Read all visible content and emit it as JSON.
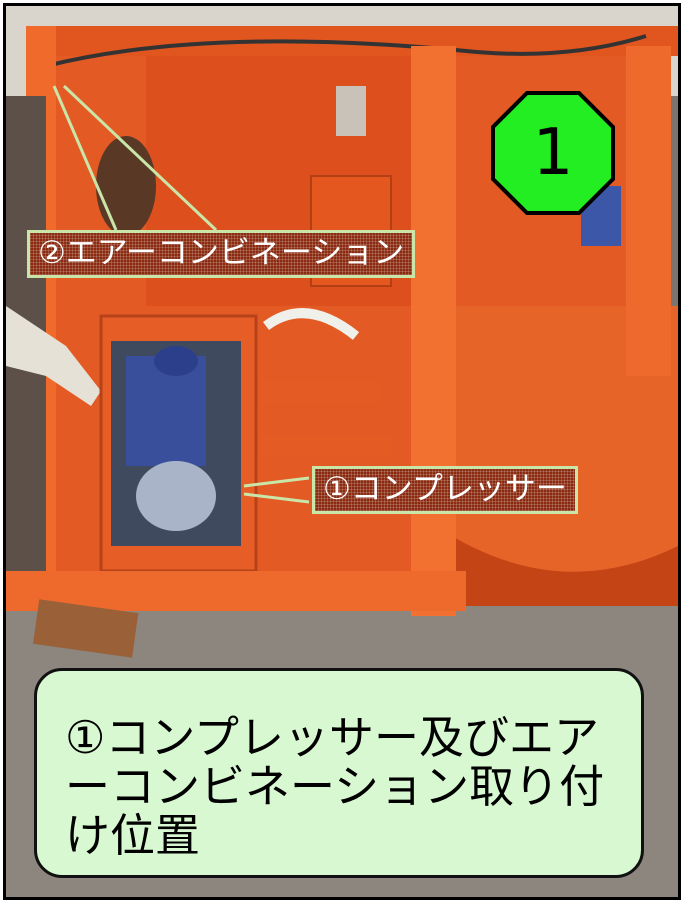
{
  "badge": {
    "number": "1",
    "color": "#22ee22"
  },
  "labels": {
    "air_combination": "②エアーコンビネーション",
    "compressor": "①コンプレッサー"
  },
  "caption": {
    "text": "①コンプレッサー及びエアーコンビネーション取り付け位置",
    "background": "#d8f8d2"
  },
  "colors": {
    "machine_orange": "#e65a22",
    "compressor_blue": "#3a4f9c"
  }
}
